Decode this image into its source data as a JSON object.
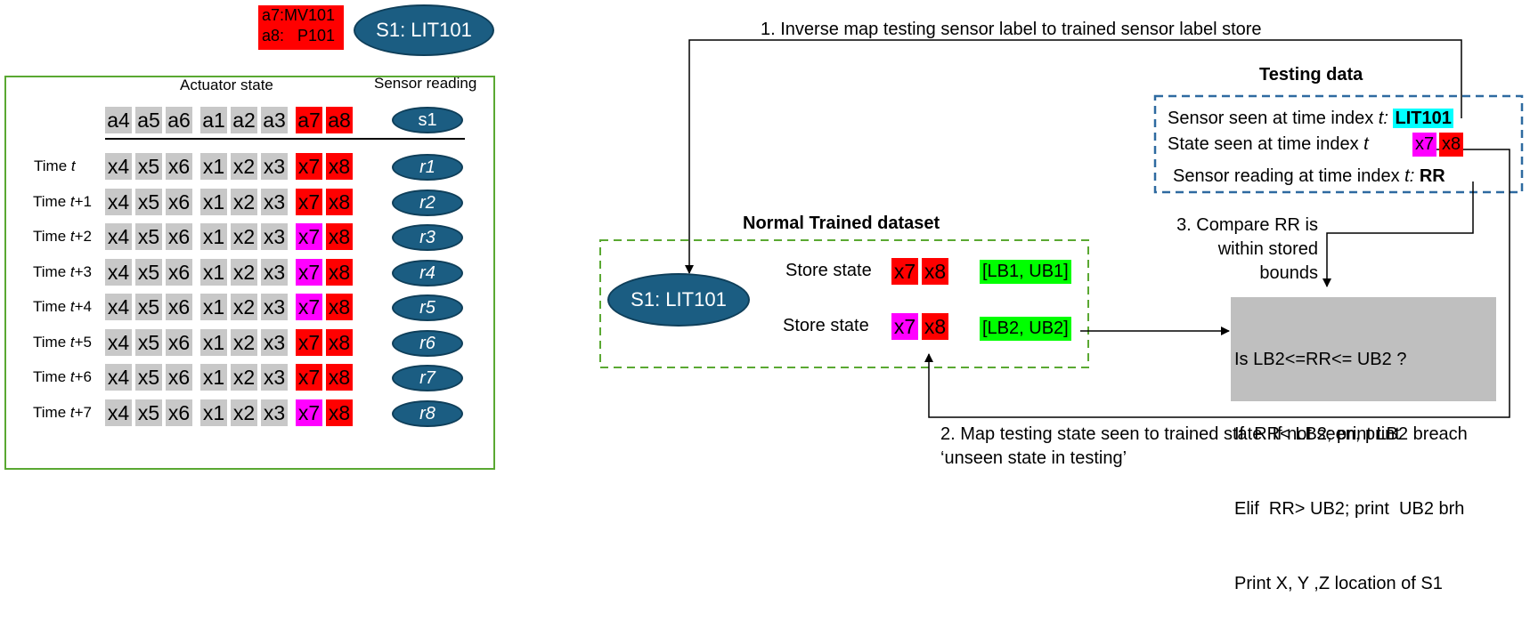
{
  "legend": {
    "a7": "a7:MV101",
    "a8": "a8:   P101"
  },
  "top_oval": "S1: LIT101",
  "left_panel": {
    "actuator_state": "Actuator state",
    "sensor_reading": "Sensor reading",
    "header_cells": [
      "a4",
      "a5",
      "a6",
      "a1",
      "a2",
      "a3",
      "a7",
      "a8"
    ],
    "header_oval": "s1",
    "rows": [
      {
        "prefix": "Time ",
        "t": "t",
        "suffix": "",
        "cells": [
          "x4",
          "x5",
          "x6",
          "x1",
          "x2",
          "x3",
          "x7",
          "x8"
        ],
        "x7": "red",
        "reading": "r1"
      },
      {
        "prefix": "Time ",
        "t": "t",
        "suffix": "+1",
        "cells": [
          "x4",
          "x5",
          "x6",
          "x1",
          "x2",
          "x3",
          "x7",
          "x8"
        ],
        "x7": "red",
        "reading": "r2"
      },
      {
        "prefix": "Time ",
        "t": "t",
        "suffix": "+2",
        "cells": [
          "x4",
          "x5",
          "x6",
          "x1",
          "x2",
          "x3",
          "x7",
          "x8"
        ],
        "x7": "magenta",
        "reading": "r3"
      },
      {
        "prefix": "Time ",
        "t": "t",
        "suffix": "+3",
        "cells": [
          "x4",
          "x5",
          "x6",
          "x1",
          "x2",
          "x3",
          "x7",
          "x8"
        ],
        "x7": "magenta",
        "reading": "r4"
      },
      {
        "prefix": "Time ",
        "t": "t",
        "suffix": "+4",
        "cells": [
          "x4",
          "x5",
          "x6",
          "x1",
          "x2",
          "x3",
          "x7",
          "x8"
        ],
        "x7": "magenta",
        "reading": "r5"
      },
      {
        "prefix": "Time ",
        "t": "t",
        "suffix": "+5",
        "cells": [
          "x4",
          "x5",
          "x6",
          "x1",
          "x2",
          "x3",
          "x7",
          "x8"
        ],
        "x7": "red",
        "reading": "r6"
      },
      {
        "prefix": "Time ",
        "t": "t",
        "suffix": "+6",
        "cells": [
          "x4",
          "x5",
          "x6",
          "x1",
          "x2",
          "x3",
          "x7",
          "x8"
        ],
        "x7": "red",
        "reading": "r7"
      },
      {
        "prefix": "Time ",
        "t": "t",
        "suffix": "+7",
        "cells": [
          "x4",
          "x5",
          "x6",
          "x1",
          "x2",
          "x3",
          "x7",
          "x8"
        ],
        "x7": "magenta",
        "reading": "r8"
      }
    ]
  },
  "step1": "1. Inverse map testing sensor label to trained sensor label store",
  "testing": {
    "title": "Testing data",
    "line1_prefix": "Sensor seen at time index ",
    "line1_t": "t:",
    "line1_value": "LIT101",
    "line2_prefix": "State seen at time index ",
    "line2_t": "t",
    "line3_prefix": "Sensor reading at time index ",
    "line3_t": "t:",
    "line3_value": "RR",
    "x7": "x7",
    "x8": "x8"
  },
  "trained": {
    "title": "Normal Trained dataset",
    "oval": "S1: LIT101",
    "store_label": "Store state",
    "x7": "x7",
    "x8": "x8",
    "bound1": "[LB1, UB1]",
    "bound2": "[LB2, UB2]"
  },
  "step3": [
    "3. Compare RR is",
    "within stored",
    "bounds"
  ],
  "check_lines": [
    "Is LB2<=RR<= UB2 ?",
    "If  RR< LB2; print LB2 breach",
    "Elif  RR> UB2; print  UB2 brh",
    "Print X, Y ,Z location of S1"
  ],
  "step2": [
    "2. Map testing state seen to trained state. If not seen, print",
    "‘unseen state in testing’"
  ],
  "colors": {
    "oval": "#1b5d82",
    "red": "#ff0000",
    "magenta": "#ff00ff",
    "gray_cell": "#c8c8c8",
    "green_bound": "#00ff00",
    "cyan_highlight": "#00ffff",
    "panel_border": "#5aa832",
    "testing_border": "#2e6aa0"
  }
}
